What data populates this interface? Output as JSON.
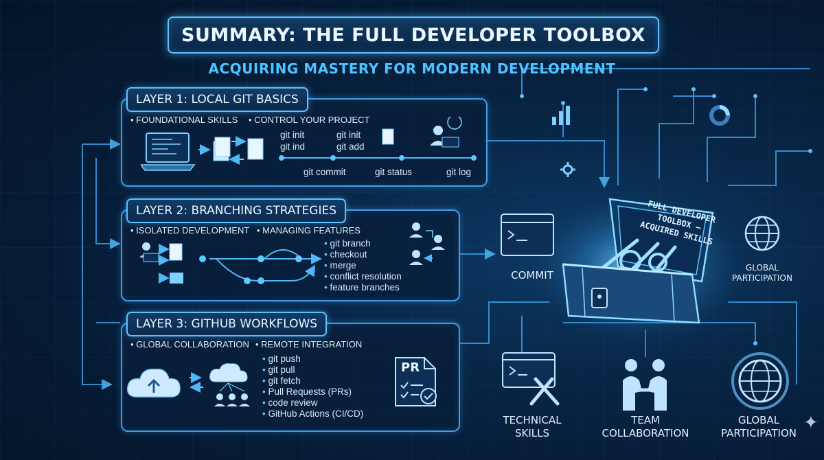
{
  "title": "SUMMARY: THE FULL DEVELOPER TOOLBOX",
  "subtitle": "ACQUIRING MASTERY FOR MODERN DEVELOPMENT",
  "layer1": {
    "title": "LAYER 1: LOCAL GIT BASICS",
    "sub1": "FOUNDATIONAL SKILLS",
    "sub2": "CONTROL YOUR PROJECT",
    "cmd_col1": [
      "git init",
      "git ind"
    ],
    "cmd_col2": [
      "git init",
      "git add"
    ],
    "timeline": [
      "git commit",
      "git status",
      "git log"
    ]
  },
  "layer2": {
    "title": "LAYER 2: BRANCHING STRATEGIES",
    "sub1": "ISOLATED DEVELOPMENT",
    "sub2": "MANAGING FEATURES",
    "commands": [
      "git branch",
      "checkout",
      "merge",
      "conflict resolution",
      "feature branches"
    ]
  },
  "layer3": {
    "title": "LAYER 3: GITHUB WORKFLOWS",
    "sub1": "GLOBAL COLLABORATION",
    "sub2": "REMOTE INTEGRATION",
    "commands": [
      "git push",
      "git pull",
      "git fetch",
      "Pull Requests (PRs)",
      "code review",
      "GitHub Actions (CI/CD)"
    ],
    "pr_label": "PR"
  },
  "toolbox": {
    "chest_lines": [
      "FULL DEVELOPER",
      "TOOLBOX —",
      "ACQUIRED SKILLS"
    ],
    "commit_label": "COMMIT",
    "global_participation_small": "GLOBAL\nPARTICIPATION",
    "technical_skills": "TECHNICAL\nSKILLS",
    "team_collaboration": "TEAM\nCOLLABORATION",
    "global_participation": "GLOBAL\nPARTICIPATION"
  },
  "colors": {
    "accent": "#4fc3ff",
    "border": "#3e9fe6",
    "background": "#051a33",
    "glow": "#8fdcff"
  }
}
